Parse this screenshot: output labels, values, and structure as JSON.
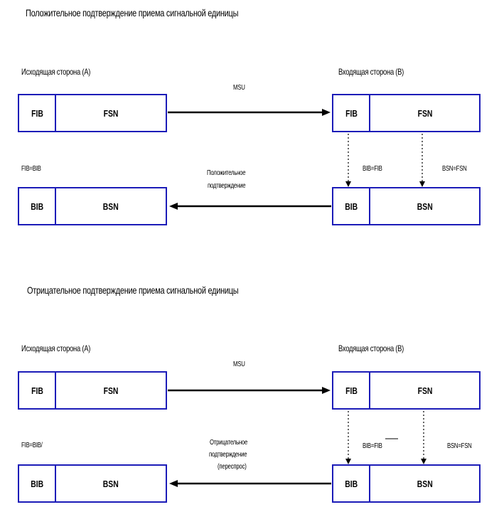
{
  "positive": {
    "title": "Положительное подтверждение приема сигнальной единицы",
    "side_a": "Исходящая сторона (А)",
    "side_b": "Входящая сторона (В)",
    "msu_label": "MSU",
    "cond_a": "FIB=BIB",
    "cond_bib_fib": "BIB=FIB",
    "cond_bsn_fsn": "BSN=FSN",
    "ack_line1": "Положительное",
    "ack_line2": "подтверждение",
    "frame_top_a": {
      "f1": "FIB",
      "f2": "FSN"
    },
    "frame_top_b": {
      "f1": "FIB",
      "f2": "FSN"
    },
    "frame_bot_a": {
      "f1": "BIB",
      "f2": "BSN"
    },
    "frame_bot_b": {
      "f1": "BIB",
      "f2": "BSN"
    }
  },
  "negative": {
    "title": "Отрицательное подтверждение приема сигнальной единицы",
    "side_a": "Исходящая сторона (А)",
    "side_b": "Входящая сторона (В)",
    "msu_label": "MSU",
    "cond_a": "FIB=BIB/",
    "cond_bib_fib": "BIB=FIB",
    "cond_bsn_fsn": "BSN=FSN",
    "nack_line1": "Отрицательное",
    "nack_line2": "подтверждение",
    "nack_line3": "(переспрос)",
    "frame_top_a": {
      "f1": "FIB",
      "f2": "FSN"
    },
    "frame_top_b": {
      "f1": "FIB",
      "f2": "FSN"
    },
    "frame_bot_a": {
      "f1": "BIB",
      "f2": "BSN"
    },
    "frame_bot_b": {
      "f1": "BIB",
      "f2": "BSN"
    }
  },
  "colors": {
    "frame": "#1c1cb8",
    "arrow": "#000000"
  }
}
